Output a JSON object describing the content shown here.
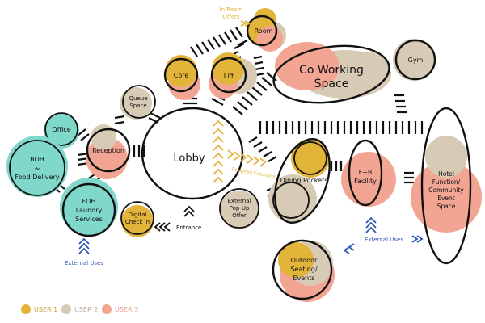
{
  "colors": {
    "user1": "#e2b43a",
    "user2": "#d8cbb6",
    "user3": "#f2a593",
    "teal": "#7fd8c9",
    "outline": "#111111",
    "annotation_orange": "#e2b43a",
    "annotation_blue": "#2f57b5"
  },
  "nodes": {
    "lobby": "Lobby",
    "co_working": [
      "Co Working",
      "Space"
    ],
    "room": "Room",
    "core": "Core",
    "lift": "Lift",
    "gym": "Gym",
    "queue_space": [
      "Queue",
      "Space"
    ],
    "office": "Office",
    "reception": "Reception",
    "boh": [
      "BOH",
      "&",
      "Food Delivery"
    ],
    "foh": [
      "FOH",
      "Laundry",
      "Services"
    ],
    "digital_check_in": [
      "Digital",
      "Check In"
    ],
    "external_popup": [
      "External",
      "Pop-Up",
      "Offer"
    ],
    "dining_pockets": "Dining Pockets",
    "fb_facility": [
      "F+B",
      "Facility"
    ],
    "hotel_function": [
      "Hotel",
      "Function/",
      "Community",
      "Event",
      "Space"
    ],
    "outdoor": [
      "Outdoor",
      "Seating/",
      "Events"
    ]
  },
  "annotations": {
    "in_room_offers": [
      "In Room",
      "Offers"
    ],
    "entrance": "Entrance",
    "external_uses_left": "External Uses",
    "external_uses_right": "External Uses",
    "designed_circulation": "Designed Circulation"
  },
  "legend": [
    {
      "label": "USER 1",
      "color": "#e2b43a"
    },
    {
      "label": "USER 2",
      "color": "#d8cbb6"
    },
    {
      "label": "USER 3",
      "color": "#f2a593"
    }
  ]
}
